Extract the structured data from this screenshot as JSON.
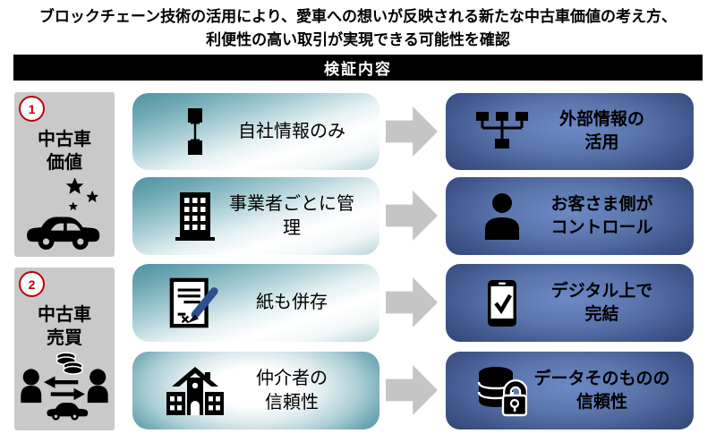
{
  "title": {
    "line1": "ブロックチェーン技術の活用により、愛車への想いが反映される新たな中古車価値の考え方、",
    "line2": "利便性の高い取引が実現できる可能性を確認"
  },
  "banner": {
    "label": "検証内容"
  },
  "colors": {
    "teal": "#4f93a2",
    "navy_edge": "#2e4070",
    "blue_center": "#6d89c6",
    "gray_card": "#c9c9c9",
    "arrow_gray": "#c5c5c5",
    "badge_red": "#c00000",
    "pen_blue": "#2d4f8f",
    "banner_bg": "#000000"
  },
  "left_sections": [
    {
      "number": "1",
      "label_line1": "中古車",
      "label_line2": "価値",
      "icon": "car-stars-icon"
    },
    {
      "number": "2",
      "label_line1": "中古車",
      "label_line2": "売買",
      "icon": "trade-icon"
    }
  ],
  "rows": [
    {
      "from": {
        "icon": "link-icon",
        "line1": "自社情報のみ",
        "line2": ""
      },
      "to": {
        "icon": "network-icon",
        "line1": "外部情報の",
        "line2": "活用"
      }
    },
    {
      "from": {
        "icon": "building-icon",
        "line1": "事業者ごとに管理",
        "line2": ""
      },
      "to": {
        "icon": "person-icon",
        "line1": "お客さま側が",
        "line2": "コントロール"
      }
    },
    {
      "from": {
        "icon": "document-pen-icon",
        "line1": "紙も併存",
        "line2": ""
      },
      "to": {
        "icon": "phone-check-icon",
        "line1": "デジタル上で",
        "line2": "完結"
      }
    },
    {
      "from": {
        "icon": "institution-icon",
        "line1": "仲介者の",
        "line2": "信頼性"
      },
      "to": {
        "icon": "database-lock-icon",
        "line1": "データそのものの",
        "line2": "信頼性"
      }
    }
  ]
}
